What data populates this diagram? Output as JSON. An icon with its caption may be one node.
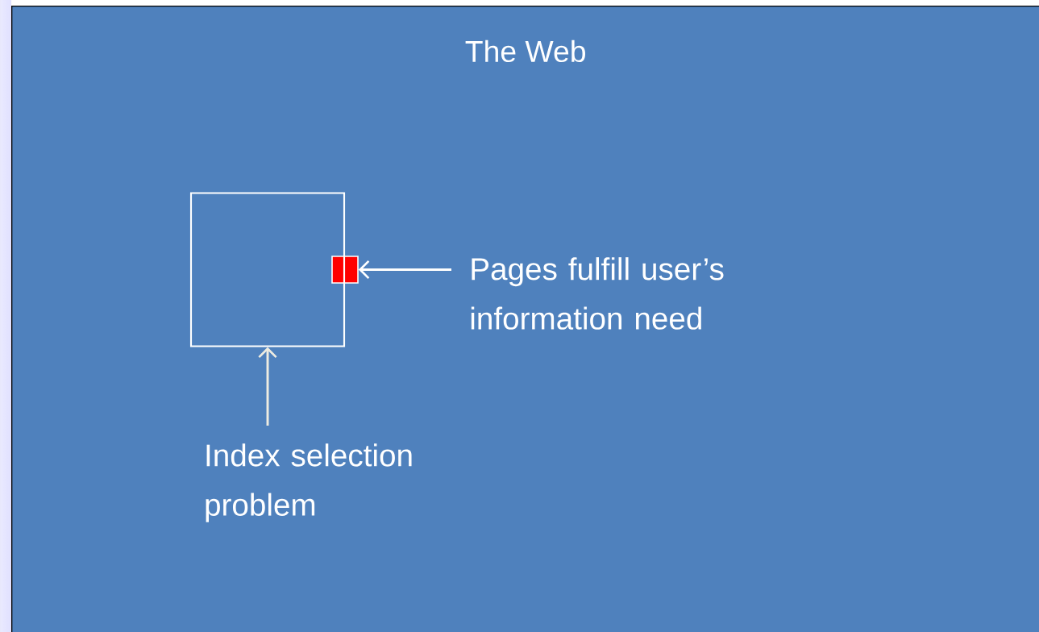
{
  "diagram": {
    "nodes": [
      {
        "text": [
          "The Web"
        ]
      },
      {
        "text": [],
        "shape": "box",
        "in": 0
      },
      {
        "text": [],
        "shape": "box",
        "in": 0
      },
      {
        "text": [
          "Pages fulfill user’s information need"
        ],
        "in": 0
      },
      {
        "text": [
          "Index selection problem"
        ],
        "in": 0
      }
    ],
    "edges": [
      {
        "from": 3,
        "to": 2,
        "arrow": "to"
      },
      {
        "from": 4,
        "to": 1,
        "arrow": "to",
        "color": "#eeece1"
      }
    ]
  }
}
